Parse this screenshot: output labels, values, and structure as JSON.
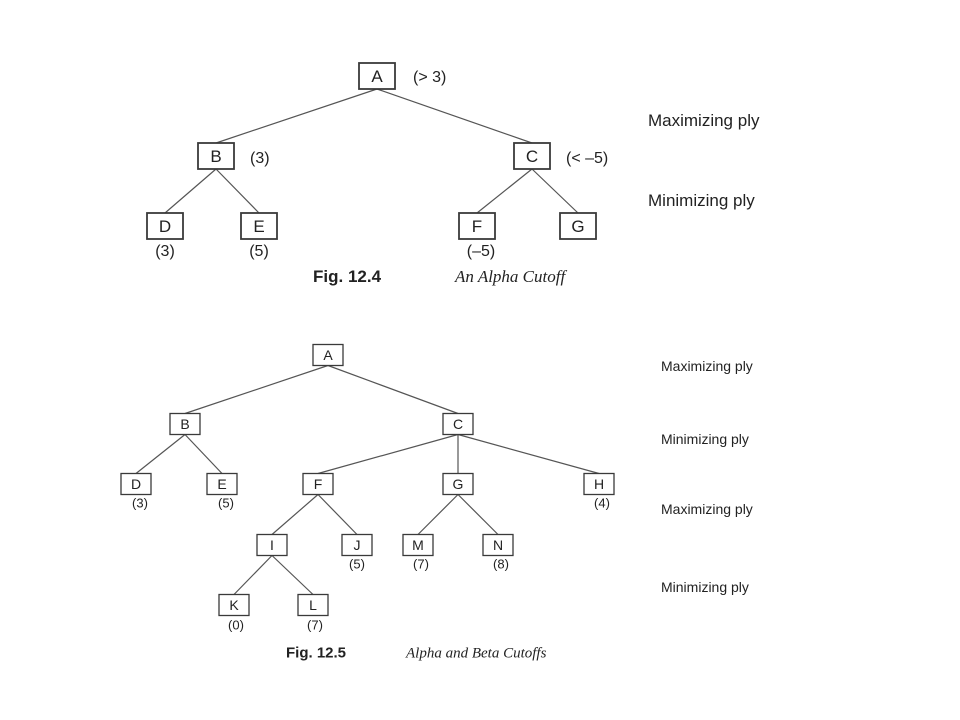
{
  "figures": [
    {
      "caption_number": "Fig. 12.4",
      "caption_title": "An Alpha Cutoff",
      "plies": [
        "Maximizing ply",
        "Minimizing ply"
      ],
      "nodes": [
        {
          "id": "A",
          "label": "A",
          "annotation": "(> 3)"
        },
        {
          "id": "B",
          "label": "B",
          "annotation": "(3)"
        },
        {
          "id": "C",
          "label": "C",
          "annotation": "(< –5)"
        },
        {
          "id": "D",
          "label": "D",
          "annotation": "(3)"
        },
        {
          "id": "E",
          "label": "E",
          "annotation": "(5)"
        },
        {
          "id": "F",
          "label": "F",
          "annotation": "(–5)"
        },
        {
          "id": "G",
          "label": "G",
          "annotation": ""
        }
      ],
      "edges": [
        [
          "A",
          "B"
        ],
        [
          "A",
          "C"
        ],
        [
          "B",
          "D"
        ],
        [
          "B",
          "E"
        ],
        [
          "C",
          "F"
        ],
        [
          "C",
          "G"
        ]
      ]
    },
    {
      "caption_number": "Fig. 12.5",
      "caption_title": "Alpha and Beta Cutoffs",
      "plies": [
        "Maximizing ply",
        "Minimizing ply",
        "Maximizing ply",
        "Minimizing ply"
      ],
      "nodes": [
        {
          "id": "A",
          "label": "A",
          "annotation": ""
        },
        {
          "id": "B",
          "label": "B",
          "annotation": ""
        },
        {
          "id": "C",
          "label": "C",
          "annotation": ""
        },
        {
          "id": "D",
          "label": "D",
          "annotation": "(3)"
        },
        {
          "id": "E",
          "label": "E",
          "annotation": "(5)"
        },
        {
          "id": "F",
          "label": "F",
          "annotation": ""
        },
        {
          "id": "G",
          "label": "G",
          "annotation": ""
        },
        {
          "id": "H",
          "label": "H",
          "annotation": "(4)"
        },
        {
          "id": "I",
          "label": "I",
          "annotation": ""
        },
        {
          "id": "J",
          "label": "J",
          "annotation": "(5)"
        },
        {
          "id": "M",
          "label": "M",
          "annotation": "(7)"
        },
        {
          "id": "N",
          "label": "N",
          "annotation": "(8)"
        },
        {
          "id": "K",
          "label": "K",
          "annotation": "(0)"
        },
        {
          "id": "L",
          "label": "L",
          "annotation": "(7)"
        }
      ],
      "edges": [
        [
          "A",
          "B"
        ],
        [
          "A",
          "C"
        ],
        [
          "B",
          "D"
        ],
        [
          "B",
          "E"
        ],
        [
          "C",
          "F"
        ],
        [
          "C",
          "G"
        ],
        [
          "C",
          "H"
        ],
        [
          "F",
          "I"
        ],
        [
          "F",
          "J"
        ],
        [
          "G",
          "M"
        ],
        [
          "G",
          "N"
        ],
        [
          "I",
          "K"
        ],
        [
          "I",
          "L"
        ]
      ]
    }
  ]
}
